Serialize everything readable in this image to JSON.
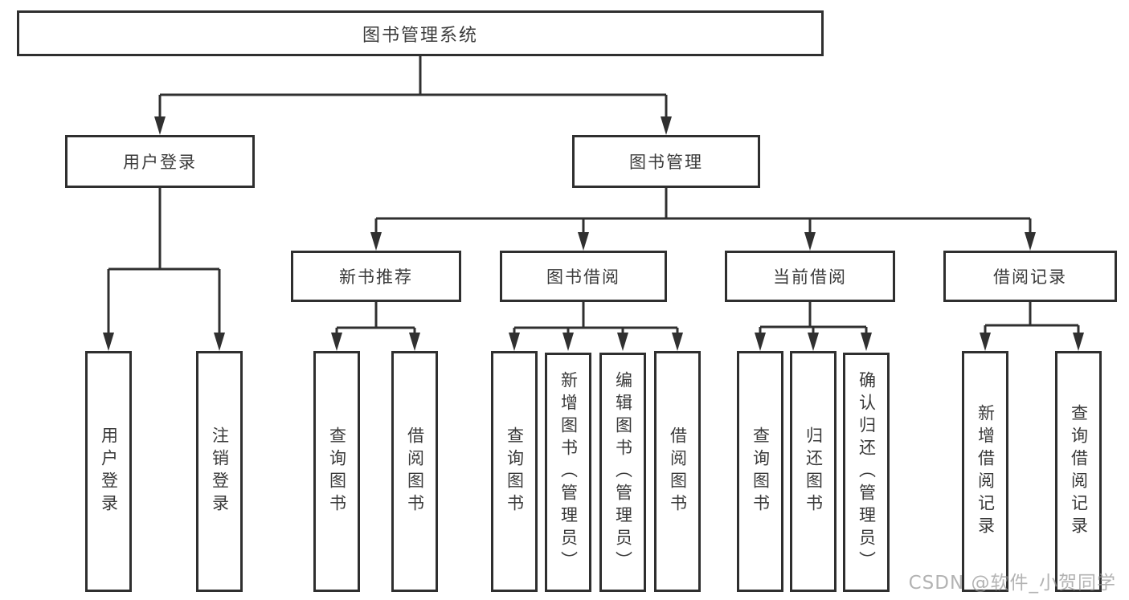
{
  "tree": {
    "label": "图书管理系统",
    "children": [
      {
        "label": "用户登录",
        "children": [
          {
            "label": "用户登录"
          },
          {
            "label": "注销登录"
          }
        ]
      },
      {
        "label": "图书管理",
        "children": [
          {
            "label": "新书推荐",
            "children": [
              {
                "label": "查询图书"
              },
              {
                "label": "借阅图书"
              }
            ]
          },
          {
            "label": "图书借阅",
            "children": [
              {
                "label": "查询图书"
              },
              {
                "label": "新增图书（管理员）"
              },
              {
                "label": "编辑图书（管理员）"
              },
              {
                "label": "借阅图书"
              }
            ]
          },
          {
            "label": "当前借阅",
            "children": [
              {
                "label": "查询图书"
              },
              {
                "label": "归还图书"
              },
              {
                "label": "确认归还（管理员）"
              }
            ]
          },
          {
            "label": "借阅记录",
            "children": [
              {
                "label": "新增借阅记录"
              },
              {
                "label": "查询借阅记录"
              }
            ]
          }
        ]
      }
    ]
  },
  "watermark": "CSDN @软件_小贺同学",
  "colors": {
    "line": "#303030",
    "box_border": "#2f2f2f",
    "text": "#3a3a3a",
    "watermark": "#969696",
    "background": "#ffffff"
  }
}
